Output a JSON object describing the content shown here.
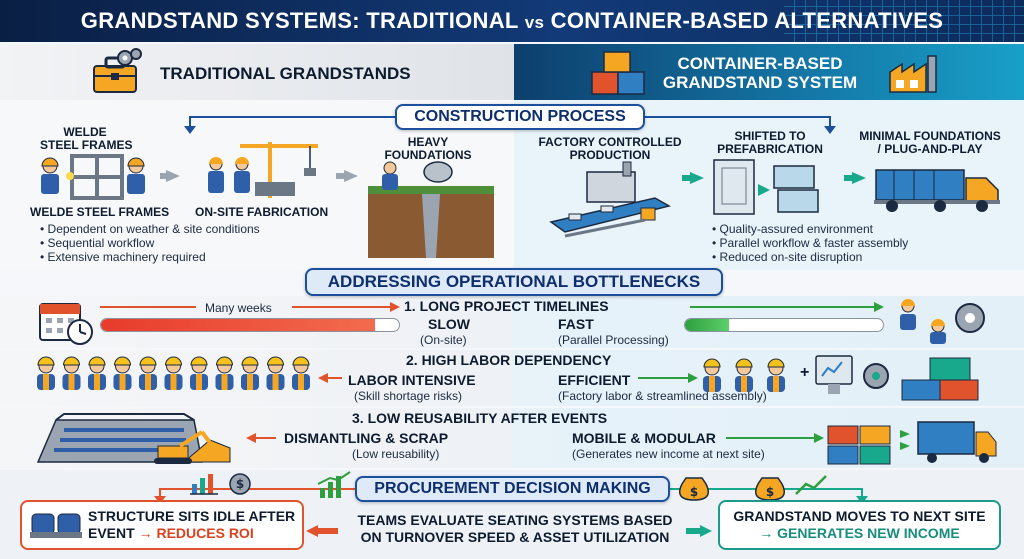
{
  "title": {
    "part1": "GRANDSTAND SYSTEMS: TRADITIONAL",
    "vs": "vs",
    "part2": "CONTAINER-BASED ALTERNATIVES"
  },
  "left_header": "TRADITIONAL GRANDSTANDS",
  "right_header": {
    "line1": "CONTAINER-BASED",
    "line2": "GRANDSTAND SYSTEM"
  },
  "construction": {
    "banner": "CONSTRUCTION PROCESS",
    "traditional": {
      "step1_top": {
        "line1": "WELDE",
        "line2": "STEEL FRAMES"
      },
      "step1_bottom": "WELDE STEEL FRAMES",
      "step2": "ON-SITE FABRICATION",
      "step3": {
        "line1": "HEAVY",
        "line2": "FOUNDATIONS"
      },
      "bullets": [
        "Dependent on weather & site conditions",
        "Sequential workflow",
        "Extensive machinery required"
      ]
    },
    "container": {
      "step1": {
        "line1": "FACTORY CONTROLLED",
        "line2": "PRODUCTION"
      },
      "step2": {
        "line1": "SHIFTED TO",
        "line2": "PREFABRICATION"
      },
      "step3": {
        "line1": "MINIMAL FOUNDATIONS",
        "line2": "/ PLUG-AND-PLAY"
      },
      "bullets": [
        "Quality-assured environment",
        "Parallel workflow & faster assembly",
        "Reduced on-site disruption"
      ]
    }
  },
  "bottlenecks": {
    "banner": "ADDRESSING OPERATIONAL BOTTLENECKS",
    "row1": {
      "heading": "1. LONG PROJECT TIMELINES",
      "duration": "Many weeks",
      "left_key": "SLOW",
      "left_sub": "(On-site)",
      "right_key": "FAST",
      "right_sub": "(Parallel Processing)",
      "traditional_progress": 0.92,
      "container_progress": 0.22
    },
    "row2": {
      "heading": "2. HIGH LABOR DEPENDENCY",
      "left_key": "LABOR INTENSIVE",
      "left_sub": "(Skill shortage risks)",
      "right_key": "EFFICIENT",
      "right_sub": "(Factory labor & streamlined assembly)",
      "plus": "+"
    },
    "row3": {
      "heading": "3. LOW REUSABILITY AFTER EVENTS",
      "left_key": "DISMANTLING & SCRAP",
      "left_sub": "(Low reusability)",
      "right_key": "MOBILE & MODULAR",
      "right_sub": "(Generates new income at next site)"
    }
  },
  "procurement": {
    "banner": "PROCUREMENT DECISION MAKING",
    "left_box": {
      "line1": "STRUCTURE SITS IDLE AFTER",
      "line2_a": "EVENT",
      "line2_b": "REDUCES ROI"
    },
    "middle": {
      "line1": "TEAMS EVALUATE SEATING SYSTEMS BASED",
      "line2": "ON TURNOVER SPEED & ASSET UTILIZATION"
    },
    "right_box": {
      "line1": "GRANDSTAND MOVES TO NEXT SITE",
      "line2": "GENERATES NEW INCOME"
    }
  },
  "icons": [
    "toolbox-icon",
    "gears-icon",
    "container-stack-icon",
    "factory-icon",
    "welder-icon",
    "crane-icon",
    "cement-mixer-icon",
    "conveyor-icon",
    "prefab-module-icon",
    "truck-icon",
    "calendar-icon",
    "clock-icon",
    "team-gears-icon",
    "worker-icon",
    "monitor-icon",
    "stadium-icon",
    "excavator-icon",
    "seats-icon",
    "chart-icon",
    "dollar-icon",
    "money-bag-icon"
  ],
  "colors": {
    "navy": "#0a1f44",
    "teal": "#1479a8",
    "red": "#e0532c",
    "green": "#1b9a8a",
    "banner_border": "#1c4f9c"
  }
}
